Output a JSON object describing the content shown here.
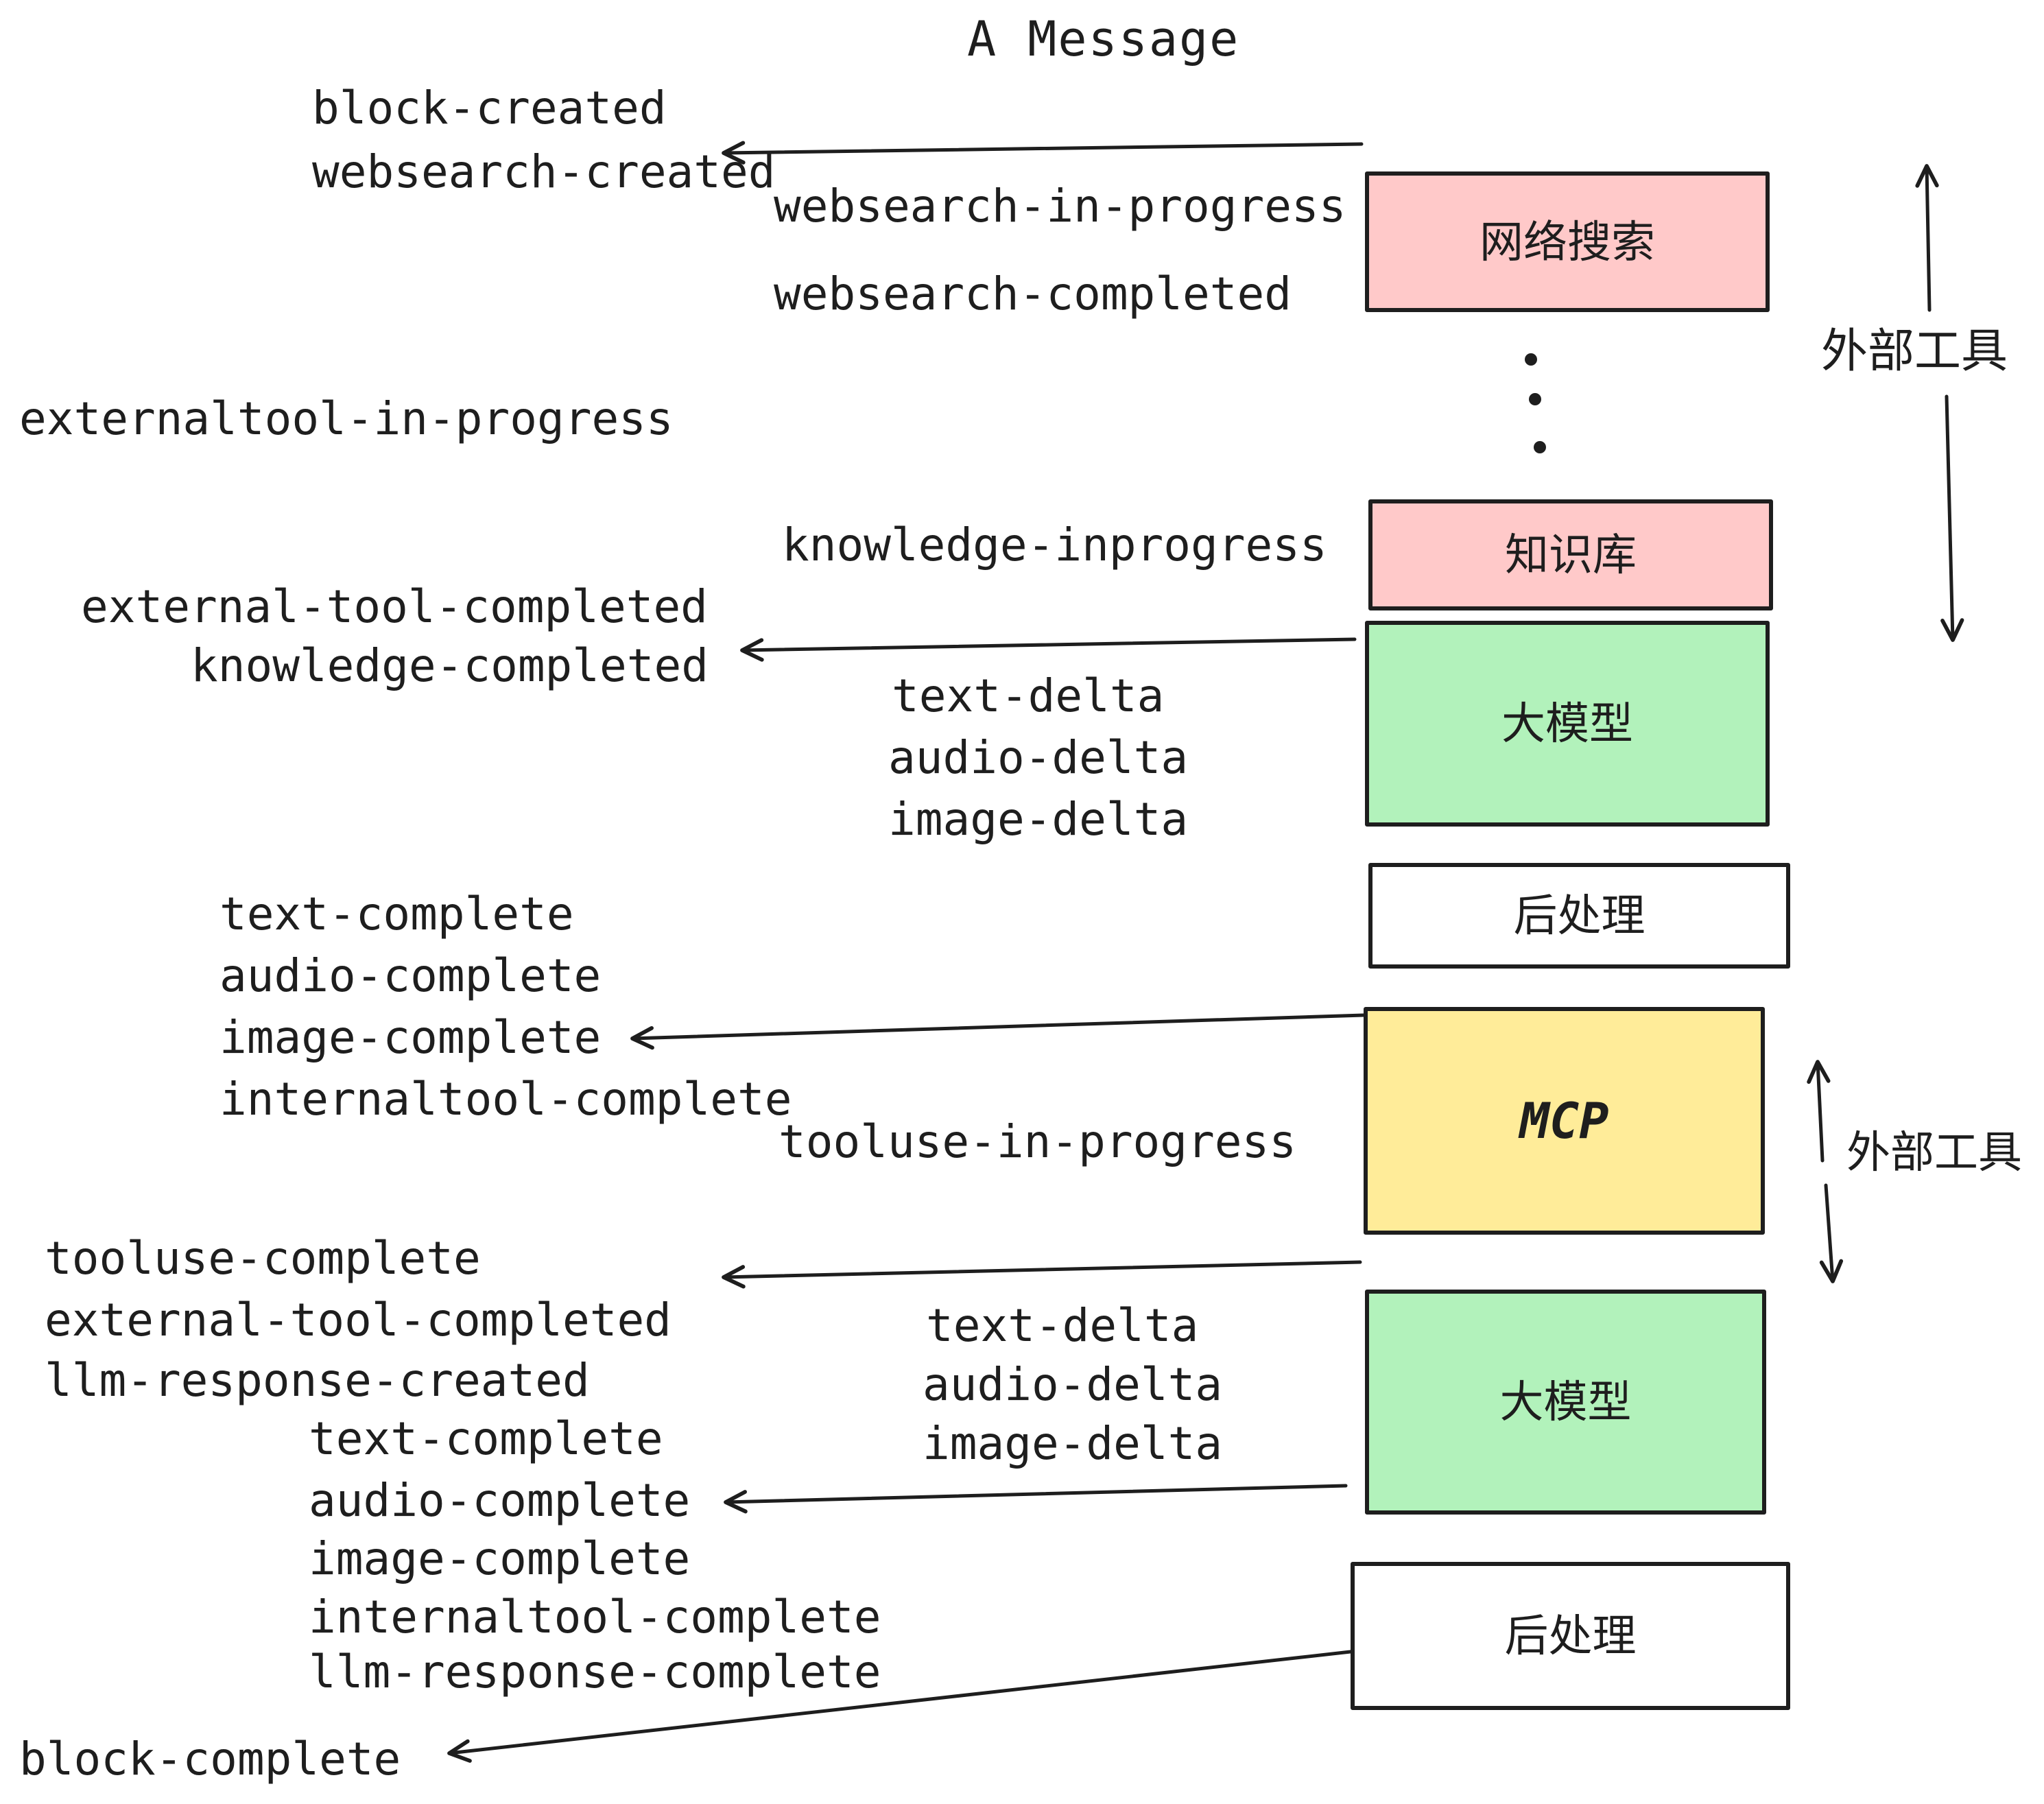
{
  "title": "A Message",
  "colors": {
    "ink": "#1e1e1e",
    "pink": "#ffc9c9",
    "green": "#b2f2bb",
    "yellow": "#ffec99",
    "paper": "#ffffff"
  },
  "boxes": [
    {
      "label": "网络搜索"
    },
    {
      "label": "知识库"
    },
    {
      "label": "大模型"
    },
    {
      "label": "后处理"
    },
    {
      "label": "MCP"
    },
    {
      "label": "大模型"
    },
    {
      "label": "后处理"
    }
  ],
  "side_labels": [
    {
      "label": "外部工具"
    },
    {
      "label": "外部工具"
    }
  ],
  "events": [
    {
      "text": "block-created"
    },
    {
      "text": "websearch-created"
    },
    {
      "text": "websearch-in-progress"
    },
    {
      "text": "websearch-completed"
    },
    {
      "text": "externaltool-in-progress"
    },
    {
      "text": "knowledge-inprogress"
    },
    {
      "text": "external-tool-completed"
    },
    {
      "text": "knowledge-completed"
    },
    {
      "text": "text-delta"
    },
    {
      "text": "audio-delta"
    },
    {
      "text": "image-delta"
    },
    {
      "text": "text-complete"
    },
    {
      "text": "audio-complete"
    },
    {
      "text": "image-complete"
    },
    {
      "text": "internaltool-complete"
    },
    {
      "text": "tooluse-in-progress"
    },
    {
      "text": "tooluse-complete"
    },
    {
      "text": "external-tool-completed"
    },
    {
      "text": "llm-response-created"
    },
    {
      "text": "text-complete"
    },
    {
      "text": "text-delta"
    },
    {
      "text": "audio-delta"
    },
    {
      "text": "image-delta"
    },
    {
      "text": "audio-complete"
    },
    {
      "text": "image-complete"
    },
    {
      "text": "internaltool-complete"
    },
    {
      "text": "llm-response-complete"
    },
    {
      "text": "block-complete"
    }
  ],
  "icons": {
    "arrowhead": "open-v-left-arrow",
    "ellipsis": "vertical-three-dots"
  }
}
